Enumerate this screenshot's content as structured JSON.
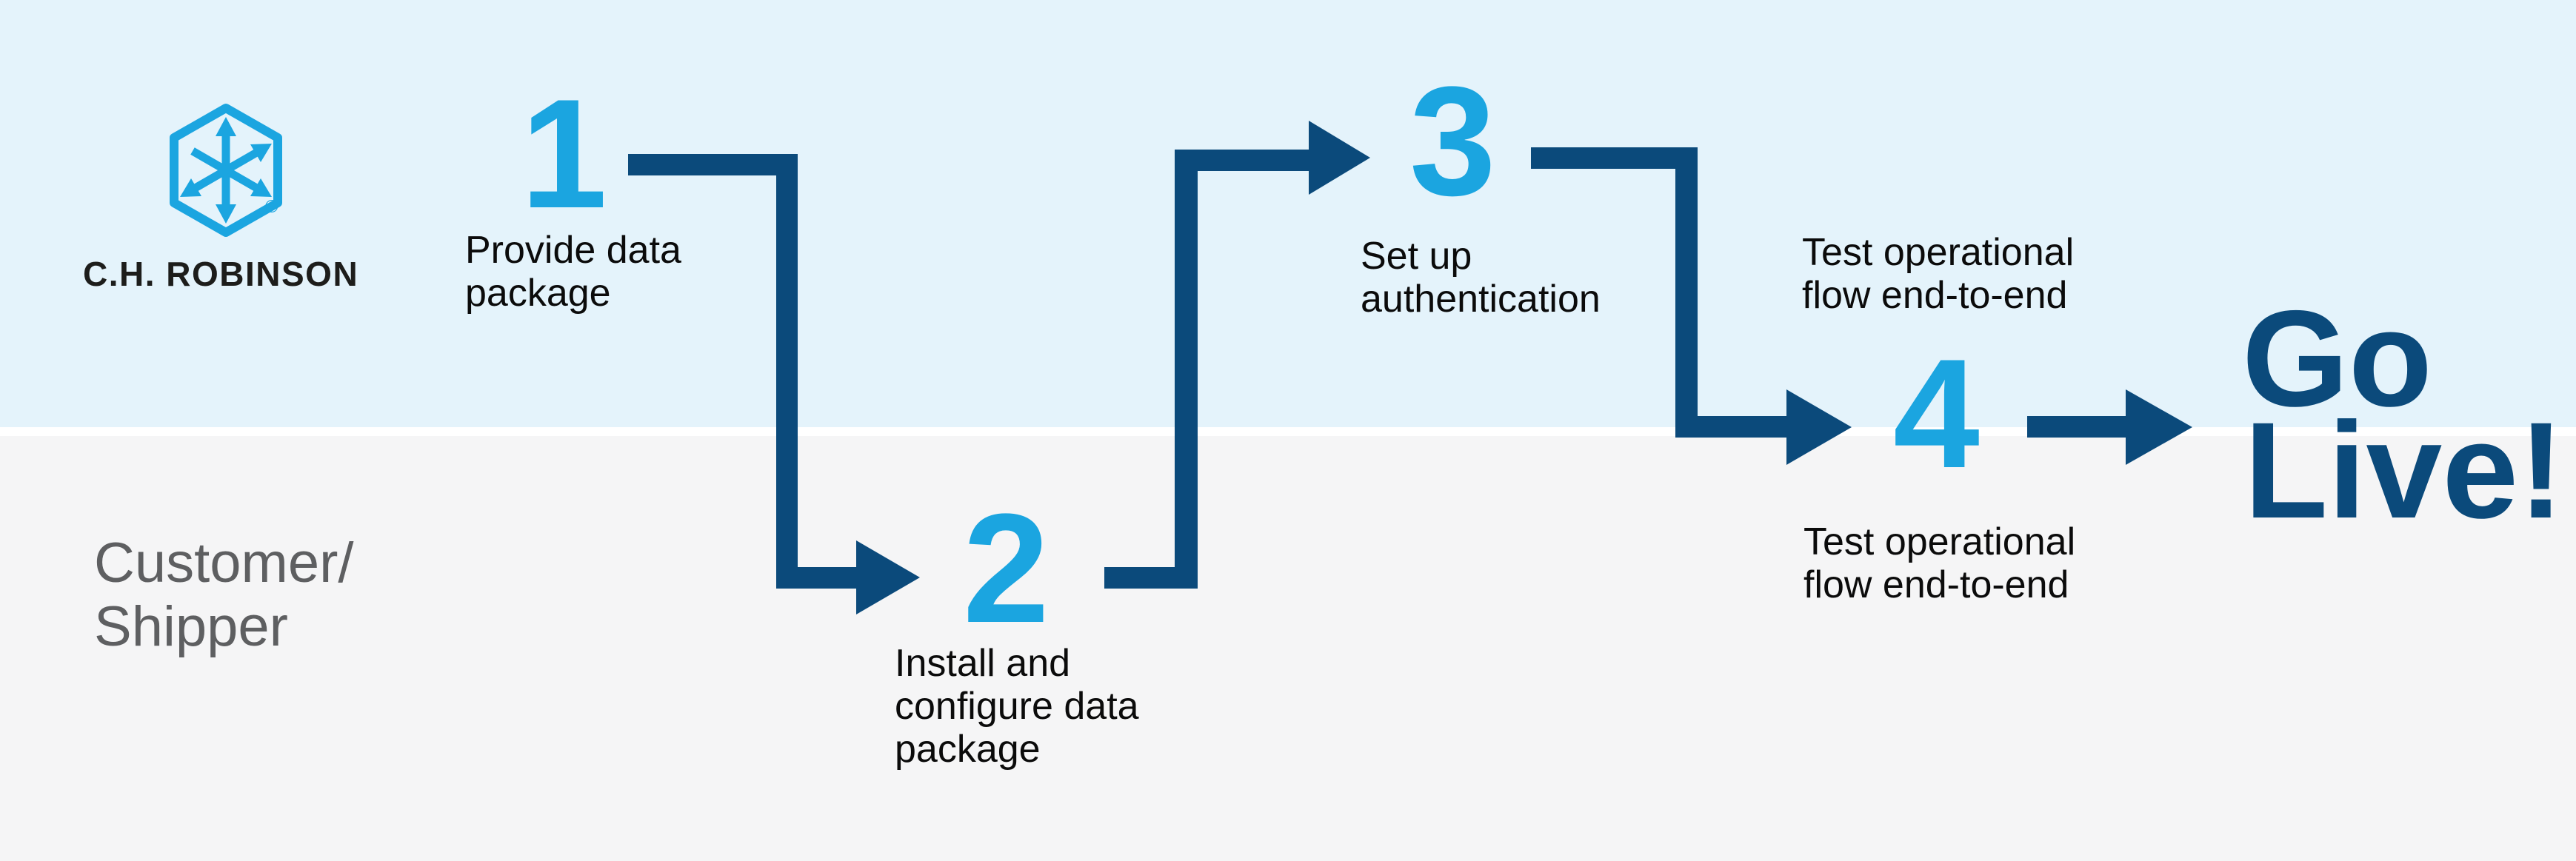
{
  "brand": {
    "name": "C.H. ROBINSON",
    "registered_mark": "®"
  },
  "lanes": {
    "customer_label": "Customer/\nShipper"
  },
  "steps": [
    {
      "number": "1",
      "description": "Provide data\npackage"
    },
    {
      "number": "2",
      "description": "Install and\nconfigure data\npackage"
    },
    {
      "number": "3",
      "description": "Set up\nauthentication"
    },
    {
      "number": "4",
      "description_top": "Test operational\nflow end-to-end",
      "description_bottom": "Test operational\nflow end-to-end"
    }
  ],
  "outcome": {
    "line1": "Go",
    "line2": "Live!"
  },
  "colors": {
    "band_top": "#e4f3fb",
    "band_bottom": "#f5f5f6",
    "divider": "#ffffff",
    "navy": "#0b4a7b",
    "cyan": "#1ba5e0",
    "text_black": "#0b0b0b",
    "text_gray": "#5e5f61",
    "brand_text": "#1d1d1b"
  }
}
